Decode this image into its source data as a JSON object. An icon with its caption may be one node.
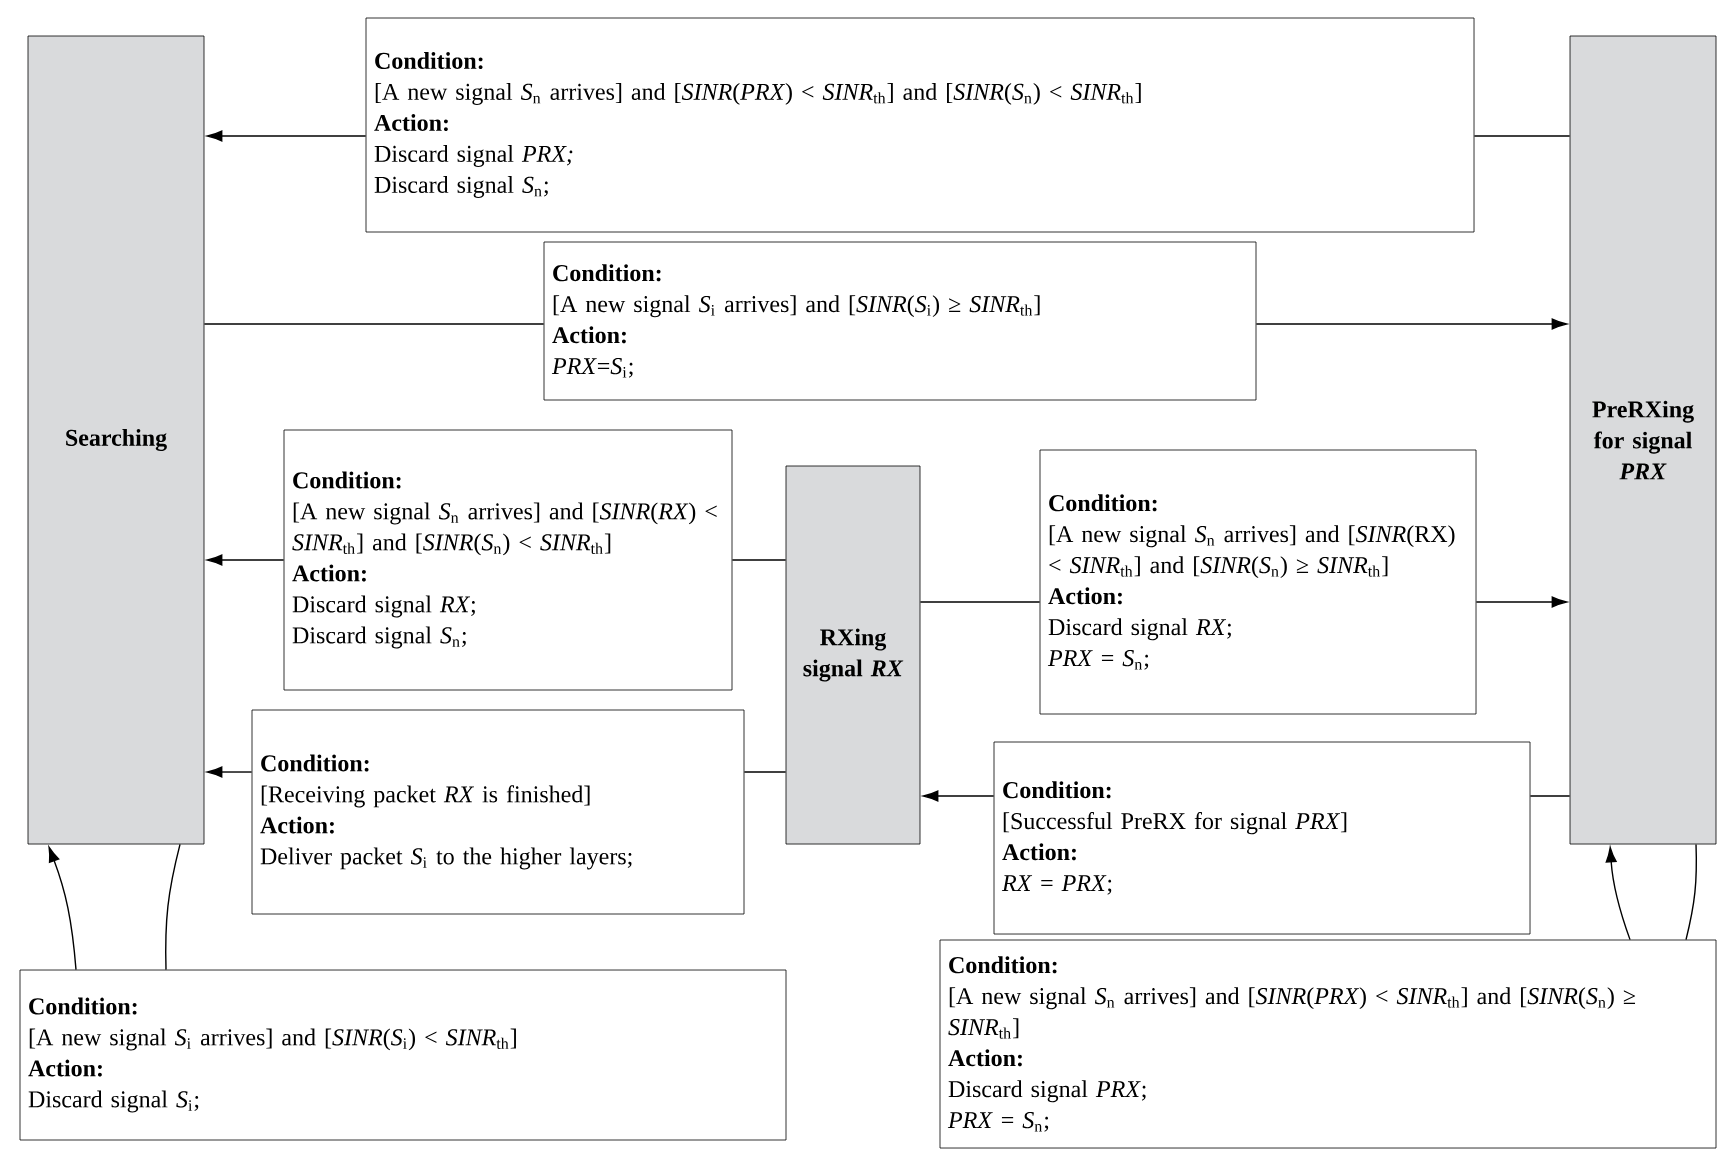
{
  "diagram": {
    "nodes": [
      {
        "text": [
          "Searching"
        ]
      },
      {
        "text": [
          "Condition:",
          "[A new signal *S*$_{n}$ arrives] and [*SINR*(*PRX*) < *SINR*$_{th}$] and [*SINR*(*S*$_{n}$) < *SINR*$_{th}$]",
          "Action:",
          "Discard signal *PRX;*",
          "Discard signal *S*$_{n}$;"
        ]
      },
      {
        "text": [
          "Condition:",
          "[A new signal *S*$_{i}$ arrives] and [*SINR*(*S*$_{i}$) ≥ *SINR*$_{th}$]",
          "Action:",
          "*PRX*=*S*$_{i}$;"
        ]
      },
      {
        "text": [
          "RXing signal *RX*"
        ]
      },
      {
        "text": [
          "Condition:",
          "[A new signal *S*$_{n}$ arrives] and [*SINR*(*RX*) < *SINR*$_{th}$] and [*SINR*(*S*$_{n}$) < *SINR*$_{th}$]",
          "Action:",
          "Discard signal *RX*;",
          "Discard signal *S*$_{n}$;"
        ]
      },
      {
        "text": [
          "Condition:",
          "[A new signal *S*$_{n}$ arrives] and [*SINR*(RX) < *SINR*$_{th}$] and [*SINR*(*S*$_{n}$) ≥ *SINR*$_{th}$]",
          "Action:",
          "Discard signal *RX*;",
          "*PRX* = *S*$_{n}$;"
        ]
      },
      {
        "text": [
          "Condition:",
          "[Receiving packet *RX* is finished]",
          "Action:",
          "Deliver packet *S*$_{i}$ to the higher layers;"
        ]
      },
      {
        "text": [
          "Condition:",
          "[Successful PreRX for signal *PRX*]",
          "Action:",
          "*RX* = *PRX*;"
        ]
      },
      {
        "text": [
          "PreRXing for signal *PRX*"
        ]
      },
      {
        "text": [
          "Condition:",
          "[A new signal *S*$_{i}$ arrives] and [*SINR*(*S*$_{i}$) < *SINR*$_{th}$]",
          "Action:",
          "Discard signal *S*$_{i}$;"
        ]
      },
      {
        "text": [
          "Condition:",
          "[A new signal *S*$_{n}$ arrives] and [*SINR*(*PRX*) < *SINR*$_{th}$] and [*SINR*(*S*$_{n}$) ≥ *SINR*$_{th}$]",
          "Action:",
          "Discard signal *PRX*;",
          "*PRX* = *S*$_{n}$;"
        ]
      }
    ],
    "edges": [
      {
        "from": 8,
        "to": 1,
        "arrow": "none"
      },
      {
        "from": 1,
        "to": 0,
        "arrow": "to"
      },
      {
        "from": 0,
        "to": 2,
        "arrow": "none"
      },
      {
        "from": 2,
        "to": 8,
        "arrow": "to"
      },
      {
        "from": 3,
        "to": 4,
        "arrow": "none"
      },
      {
        "from": 4,
        "to": 0,
        "arrow": "to"
      },
      {
        "from": 3,
        "to": 5,
        "arrow": "none"
      },
      {
        "from": 5,
        "to": 8,
        "arrow": "to"
      },
      {
        "from": 3,
        "to": 6,
        "arrow": "none"
      },
      {
        "from": 6,
        "to": 0,
        "arrow": "to"
      },
      {
        "from": 8,
        "to": 7,
        "arrow": "none"
      },
      {
        "from": 7,
        "to": 3,
        "arrow": "to"
      },
      {
        "from": 0,
        "to": 9,
        "arrow": "none"
      },
      {
        "from": 9,
        "to": 0,
        "arrow": "to"
      },
      {
        "from": 8,
        "to": 10,
        "arrow": "none"
      },
      {
        "from": 10,
        "to": 8,
        "arrow": "to"
      }
    ]
  }
}
